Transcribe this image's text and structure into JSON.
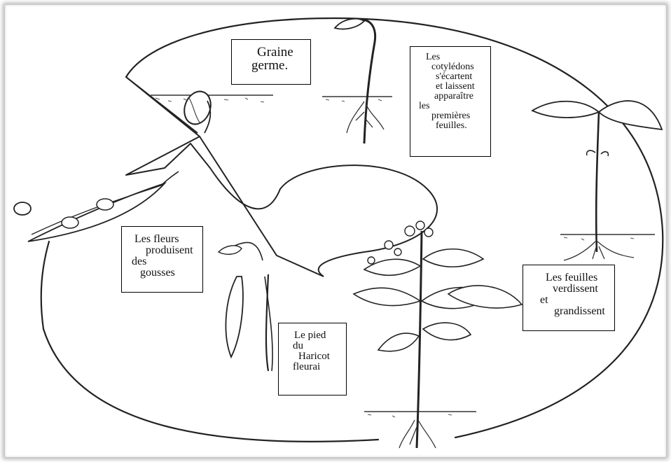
{
  "labels": {
    "graine": {
      "lines": [
        "Graine",
        "germe."
      ]
    },
    "cotyledons": {
      "lines": [
        "Les",
        "cotylédons",
        "s'écartent",
        "et laissent",
        "apparaître",
        "les",
        "premières",
        "feuilles."
      ]
    },
    "feuilles": {
      "lines": [
        "Les feuilles",
        "verdissent",
        "et",
        "grandissent"
      ]
    },
    "fleurs": {
      "lines": [
        "Les fleurs",
        "produisent",
        "des",
        "gousses"
      ]
    },
    "pied": {
      "lines": [
        "Le pied",
        "du",
        "Haricot",
        "fleurai"
      ]
    }
  }
}
